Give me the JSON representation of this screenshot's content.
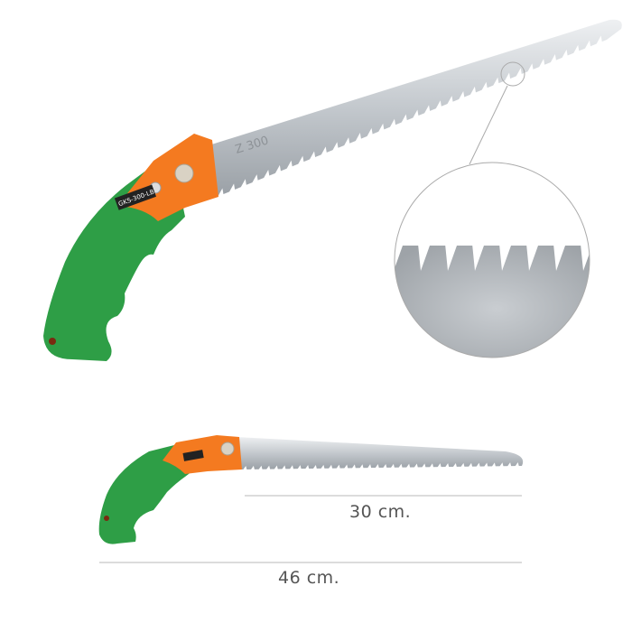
{
  "product": {
    "blade_marking": "Z 300",
    "handle_label": "GKS-300-LB",
    "colors": {
      "handle": "#2e9e46",
      "collar": "#f47a20",
      "blade": "#c9ced3",
      "dimension_line": "#c8c8c8",
      "label_text": "#555555"
    }
  },
  "dimensions": {
    "blade_length": "30 cm.",
    "total_length": "46 cm."
  }
}
